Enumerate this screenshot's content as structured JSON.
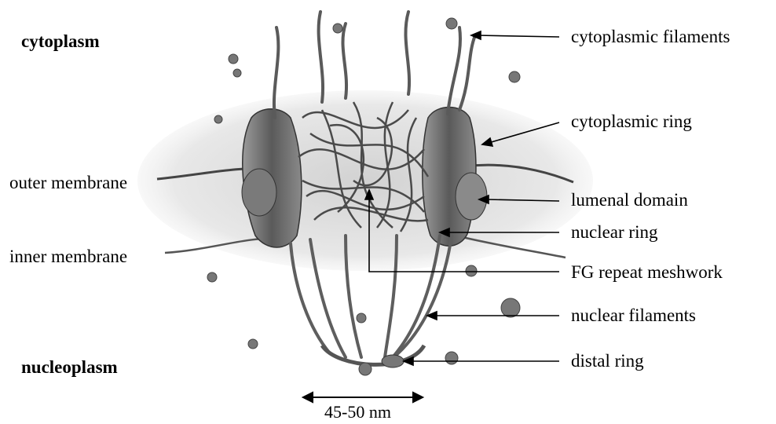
{
  "regions": {
    "top": "cytoplasm",
    "bottom": "nucleoplasm"
  },
  "left_labels": {
    "outer": "outer membrane",
    "inner": "inner membrane"
  },
  "right_labels": [
    "cytoplasmic filaments",
    "cytoplasmic ring",
    "lumenal domain",
    "nuclear ring",
    "FG repeat meshwork",
    "nuclear filaments",
    "distal ring"
  ],
  "scale": {
    "label": "45-50 nm"
  },
  "colors": {
    "structure": "#6e6e6e",
    "membrane": "#d9d9d9",
    "text": "#000000"
  }
}
